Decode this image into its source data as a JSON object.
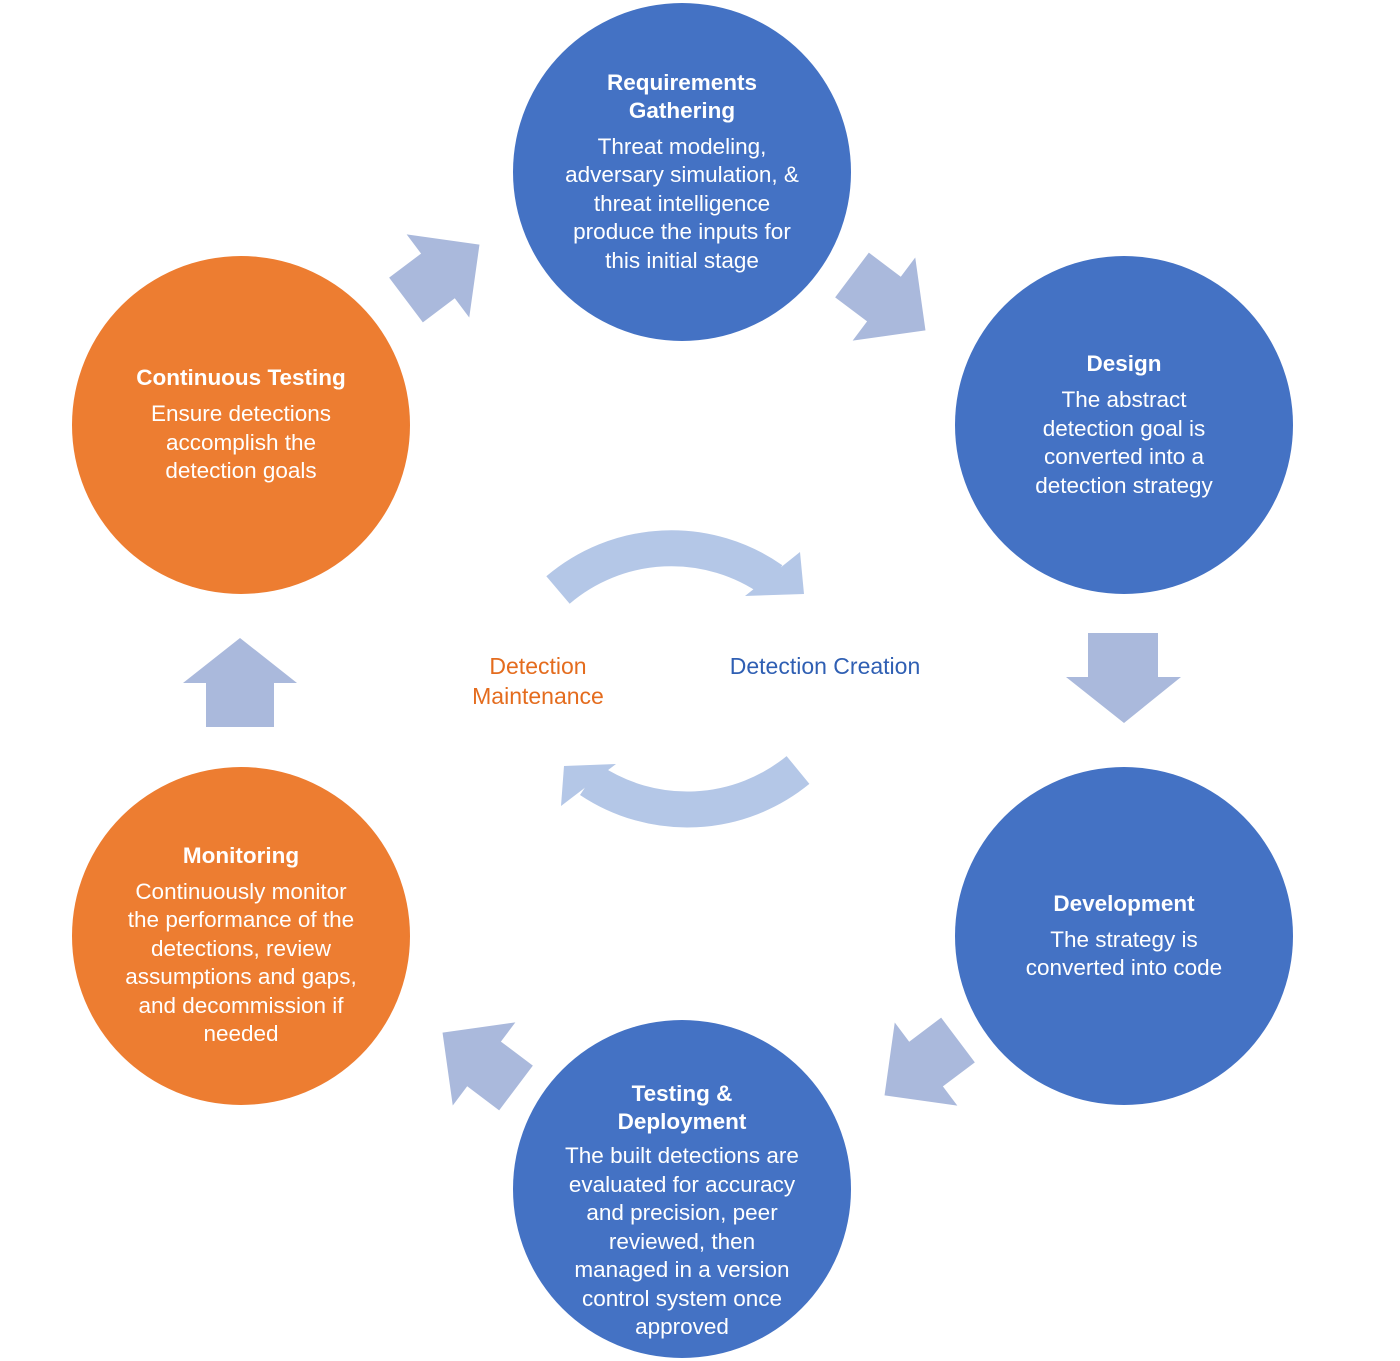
{
  "colors": {
    "creation_blue": "#4472C4",
    "maintenance_orange": "#ED7D31",
    "arrow": "#AAB9DC",
    "cycle_arrow": "#B4C7E7",
    "creation_label": "#2F5FB3",
    "maintenance_label": "#E46C1E"
  },
  "stages": [
    {
      "id": "requirements-gathering",
      "phase": "creation",
      "title": "Requirements Gathering",
      "description": "Threat modeling, adversary simulation, & threat intelligence produce the inputs for this initial stage"
    },
    {
      "id": "design",
      "phase": "creation",
      "title": "Design",
      "description": "The abstract detection goal is converted into a detection strategy"
    },
    {
      "id": "development",
      "phase": "creation",
      "title": "Development",
      "description": "The strategy is converted into code"
    },
    {
      "id": "testing-deployment",
      "phase": "creation",
      "title": "Testing & Deployment",
      "description": "The built detections are evaluated for accuracy and precision, peer reviewed, then managed in a version control system once approved"
    },
    {
      "id": "monitoring",
      "phase": "maintenance",
      "title": "Monitoring",
      "description": "Continuously monitor the performance of the detections, review assumptions and gaps, and decommission if needed"
    },
    {
      "id": "continuous-testing",
      "phase": "maintenance",
      "title": "Continuous Testing",
      "description": "Ensure detections accomplish the detection goals"
    }
  ],
  "flow": [
    [
      "requirements-gathering",
      "design"
    ],
    [
      "design",
      "development"
    ],
    [
      "development",
      "testing-deployment"
    ],
    [
      "testing-deployment",
      "monitoring"
    ],
    [
      "monitoring",
      "continuous-testing"
    ],
    [
      "continuous-testing",
      "requirements-gathering"
    ]
  ],
  "center": {
    "maintenance_label": "Detection Maintenance",
    "creation_label": "Detection Creation"
  }
}
